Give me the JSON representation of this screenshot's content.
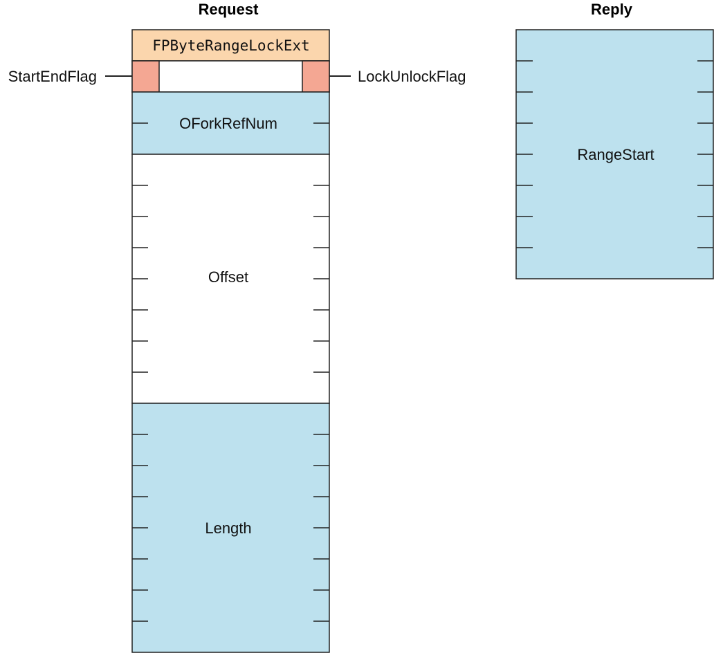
{
  "headings": {
    "request": "Request",
    "reply": "Reply"
  },
  "request": {
    "command": "FPByteRangeLockExt",
    "start_end_flag": "StartEndFlag",
    "lock_unlock_flag": "LockUnlockFlag",
    "fork_ref": "OForkRefNum",
    "offset": "Offset",
    "length": "Length"
  },
  "reply": {
    "range_start": "RangeStart"
  },
  "colors": {
    "command_fill": "#fbd6ad",
    "flag_fill": "#f4a793",
    "field_fill": "#bde1ee",
    "plain_fill": "#ffffff",
    "stroke": "#222222"
  }
}
